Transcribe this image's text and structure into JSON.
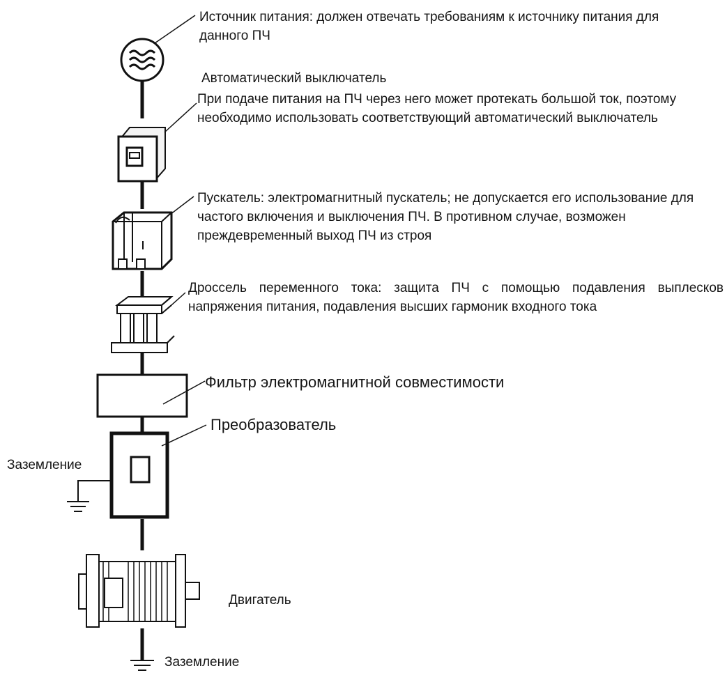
{
  "diagram": {
    "power_source": "Источник питания: должен отвечать требованиям к источнику питания для данного ПЧ",
    "breaker_title": "Автоматический выключатель",
    "breaker_desc": "При подаче питания на ПЧ через него может протекать большой ток, поэтому необходимо использовать соответствующий автоматический выключатель",
    "starter": "Пускатель: электромагнитный пускатель; не допускается его использование для частого включения и выключения ПЧ. В противном случае, возможен преждевременный выход ПЧ из строя",
    "choke": "Дроссель переменного тока: защита ПЧ с помощью подавления выплесков напряжения питания, подавления высших гармоник входного тока",
    "emc_filter": "Фильтр электромагнитной совместимости",
    "converter": "Преобразователь",
    "ground_left": "Заземление",
    "motor": "Двигатель",
    "ground_bottom": "Заземление"
  }
}
